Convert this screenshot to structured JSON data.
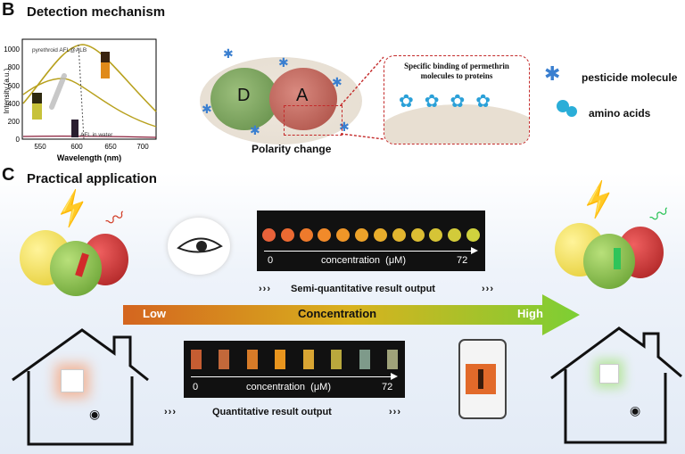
{
  "section_b": {
    "letter": "B",
    "title": "Detection mechanism"
  },
  "section_c": {
    "letter": "C",
    "title": "Practical application"
  },
  "spectrum": {
    "ylabel": "Intensity (a.u.)",
    "xlabel": "Wavelength (nm)",
    "yticks": [
      "0",
      "200",
      "400",
      "600",
      "800",
      "1000"
    ],
    "xticks": [
      "550",
      "600",
      "650",
      "700"
    ],
    "legend": "pyrethroid AFL@ALB",
    "label_water": "AFL in water"
  },
  "mechanism": {
    "d": "D",
    "a": "A",
    "polarity": "Polarity change",
    "binding_text": "Specific binding of permethrin molecules to proteins",
    "legend_pesticide": "pesticide molecule",
    "legend_amino": "amino acids"
  },
  "strip_top": {
    "start": "0",
    "label": "concentration  (μM)",
    "end": "72",
    "colors": [
      "#e8623a",
      "#ec6a32",
      "#ee7a2c",
      "#f18a2a",
      "#ef9628",
      "#eda32a",
      "#e8ad2c",
      "#e2b52f",
      "#dcbd33",
      "#d6c436",
      "#d2cb3a",
      "#d0d23e"
    ]
  },
  "semi_label": "Semi-quantitative result output",
  "concentration_bar": {
    "low": "Low",
    "mid": "Concentration",
    "high": "High"
  },
  "strip_bottom": {
    "start": "0",
    "label": "concentration  (μM)",
    "end": "72",
    "colors": [
      "#c55d32",
      "#c2683a",
      "#d77b28",
      "#e9951e",
      "#d9a533",
      "#b9a83d",
      "#7e9a8a",
      "#9fa27a"
    ]
  },
  "quant_label": "Quantitative result output",
  "chev": "›››",
  "colors": {
    "red_accent": "#d22a2a",
    "green_accent": "#2ec45a",
    "bar_low": "#d4651f",
    "bar_high": "#7ccf34"
  }
}
